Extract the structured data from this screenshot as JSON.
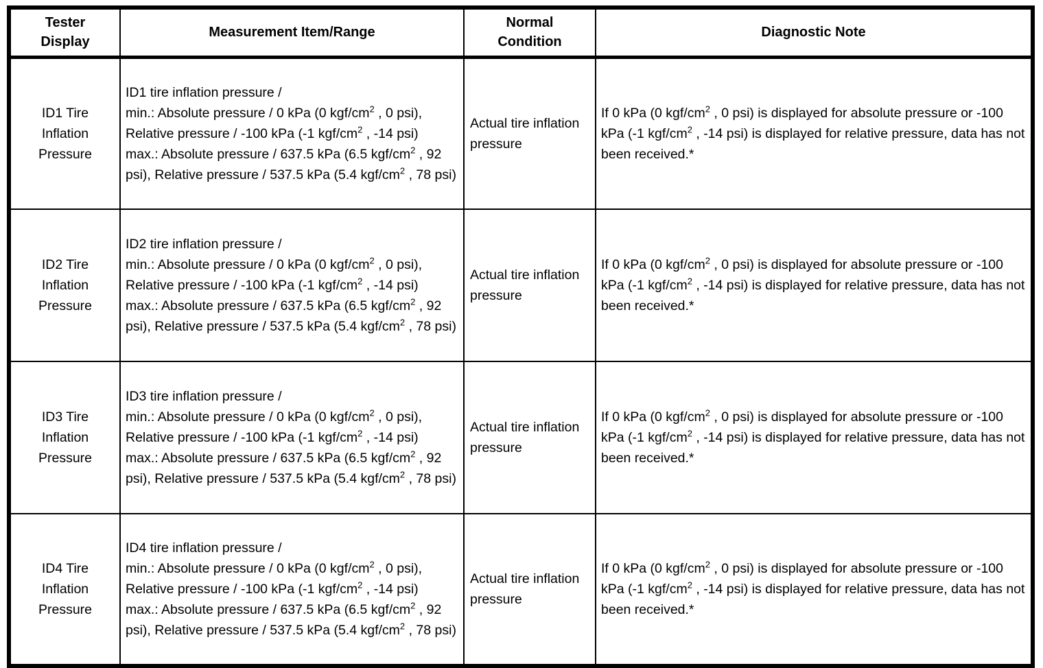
{
  "table": {
    "headers": [
      "Tester\nDisplay",
      "Measurement Item/Range",
      "Normal\nCondition",
      "Diagnostic Note"
    ],
    "rows": [
      {
        "tester_display": "ID1 Tire Inflation Pressure",
        "measurement": "ID1 tire inflation pressure /\nmin.: Absolute pressure / 0 kPa (0 kgf/cm^2 , 0 psi), Relative pressure / -100 kPa (-1 kgf/cm^2 , -14 psi)\nmax.: Absolute pressure / 637.5 kPa (6.5 kgf/cm^2 , 92 psi), Relative pressure / 537.5 kPa (5.4 kgf/cm^2 , 78 psi)",
        "normal_condition": "Actual tire inflation pressure",
        "diagnostic_note": "If 0 kPa (0 kgf/cm^2 , 0 psi) is displayed for absolute pressure or -100 kPa (-1 kgf/cm^2 , -14 psi) is displayed for relative pressure, data has not been received.*"
      },
      {
        "tester_display": "ID2 Tire Inflation Pressure",
        "measurement": "ID2 tire inflation pressure /\nmin.: Absolute pressure / 0 kPa (0 kgf/cm^2 , 0 psi), Relative pressure / -100 kPa (-1 kgf/cm^2 , -14 psi)\nmax.: Absolute pressure / 637.5 kPa (6.5 kgf/cm^2 , 92 psi), Relative pressure / 537.5 kPa (5.4 kgf/cm^2 , 78 psi)",
        "normal_condition": "Actual tire inflation pressure",
        "diagnostic_note": "If 0 kPa (0 kgf/cm^2 , 0 psi) is displayed for absolute pressure or -100 kPa (-1 kgf/cm^2 , -14 psi) is displayed for relative pressure, data has not been received.*"
      },
      {
        "tester_display": "ID3 Tire Inflation Pressure",
        "measurement": "ID3 tire inflation pressure /\nmin.: Absolute pressure / 0 kPa (0 kgf/cm^2 , 0 psi), Relative pressure / -100 kPa (-1 kgf/cm^2 , -14 psi)\nmax.: Absolute pressure / 637.5 kPa (6.5 kgf/cm^2 , 92 psi), Relative pressure / 537.5 kPa (5.4 kgf/cm^2 , 78 psi)",
        "normal_condition": "Actual tire inflation pressure",
        "diagnostic_note": "If 0 kPa (0 kgf/cm^2 , 0 psi) is displayed for absolute pressure or -100 kPa (-1 kgf/cm^2 , -14 psi) is displayed for relative pressure, data has not been received.*"
      },
      {
        "tester_display": "ID4 Tire Inflation Pressure",
        "measurement": "ID4 tire inflation pressure /\nmin.: Absolute pressure / 0 kPa (0 kgf/cm^2 , 0 psi), Relative pressure / -100 kPa (-1 kgf/cm^2 , -14 psi)\nmax.: Absolute pressure / 637.5 kPa (6.5 kgf/cm^2 , 92 psi), Relative pressure / 537.5 kPa (5.4 kgf/cm^2 , 78 psi)",
        "normal_condition": "Actual tire inflation pressure",
        "diagnostic_note": "If 0 kPa (0 kgf/cm^2 , 0 psi) is displayed for absolute pressure or -100 kPa (-1 kgf/cm^2 , -14 psi) is displayed for relative pressure, data has not been received.*"
      }
    ]
  },
  "colors": {
    "text": "#000000",
    "border": "#000000",
    "background": "#ffffff"
  }
}
